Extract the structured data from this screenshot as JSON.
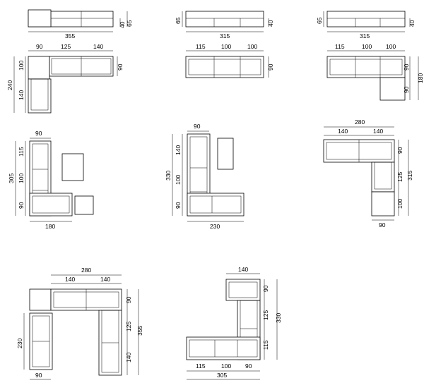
{
  "sheet": {
    "layouts": [
      {
        "id": "l1",
        "elevation": {
          "height_label": "65",
          "seat_label": "40",
          "length_label": "355"
        },
        "plan": {
          "top_segments": [
            "90",
            "125",
            "140"
          ],
          "left_segments": [
            "100",
            "140"
          ],
          "left_total": "240",
          "right_label": "90"
        }
      },
      {
        "id": "l2",
        "elevation": {
          "height_label": "65",
          "seat_label": "40",
          "length_label": "315"
        },
        "plan": {
          "top_segments": [
            "115",
            "100",
            "100"
          ],
          "right_label": "90"
        }
      },
      {
        "id": "l3",
        "elevation": {
          "height_label": "65",
          "seat_label": "40",
          "length_label": "315"
        },
        "plan": {
          "top_segments": [
            "115",
            "100",
            "100"
          ],
          "right_segments": [
            "90",
            "90"
          ],
          "right_total": "180"
        }
      },
      {
        "id": "l4",
        "plan": {
          "top_label": "90",
          "left_segments": [
            "115",
            "100",
            "90"
          ],
          "left_total": "305",
          "bottom_label": "180"
        }
      },
      {
        "id": "l5",
        "plan": {
          "top_label": "90",
          "left_segments": [
            "140",
            "100",
            "90"
          ],
          "left_total": "330",
          "bottom_label": "230"
        }
      },
      {
        "id": "l6",
        "plan": {
          "top_total": "280",
          "top_segments": [
            "140",
            "140"
          ],
          "right_segments": [
            "90",
            "125",
            "100"
          ],
          "right_total": "315",
          "bottom_label": "90"
        }
      },
      {
        "id": "l7",
        "plan": {
          "top_total": "280",
          "top_segments": [
            "140",
            "140"
          ],
          "left_label": "230",
          "right_segments": [
            "90",
            "125",
            "140"
          ],
          "right_total": "355",
          "bottom_label": "90"
        }
      },
      {
        "id": "l8",
        "plan": {
          "top_label": "140",
          "right_segments": [
            "90",
            "125",
            "115"
          ],
          "right_total": "330",
          "bottom_segments": [
            "115",
            "100",
            "90"
          ],
          "bottom_total": "305"
        }
      }
    ]
  }
}
